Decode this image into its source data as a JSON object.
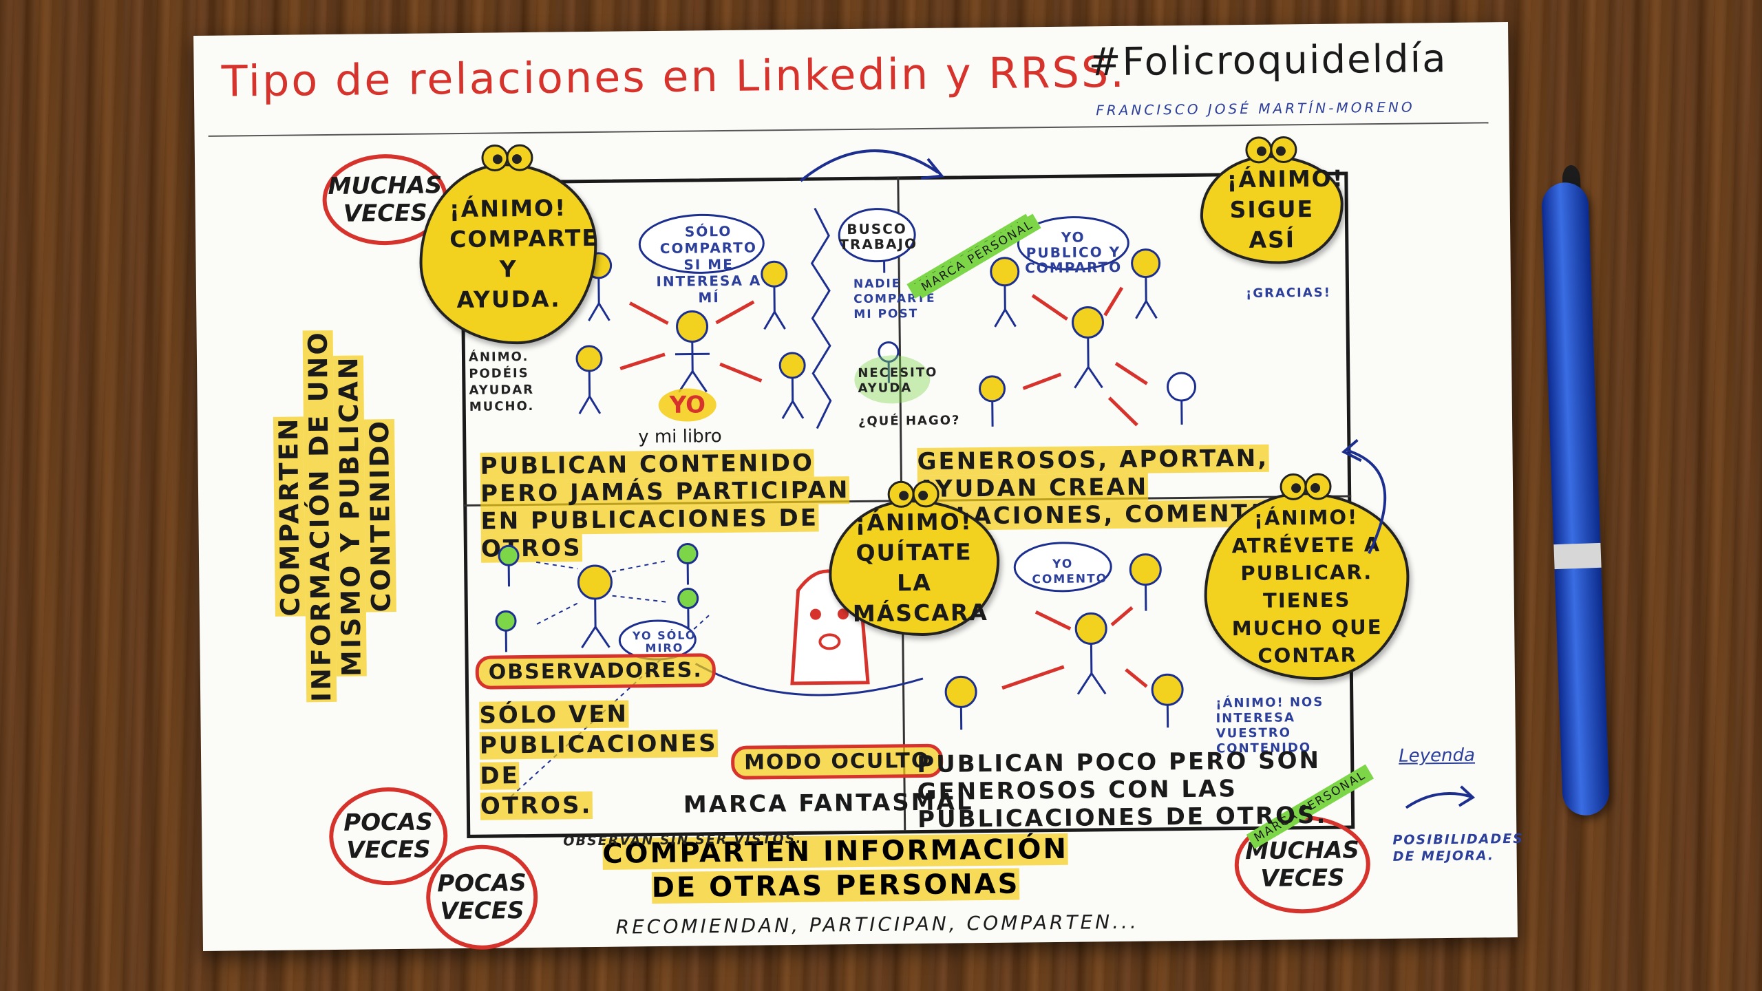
{
  "title": "Tipo de relaciones en Linkedin y RRSS.",
  "hashtag": "#Folicroquideldía",
  "author": "FRANCISCO JOSÉ MARTÍN-MORENO",
  "axes": {
    "y_label": "COMPARTEN INFORMACIÓN DE UNO MISMO Y PUBLICAN CONTENIDO",
    "x_label": "COMPARTEN INFORMACIÓN DE OTRAS PERSONAS",
    "x_sub": "RECOMIENDAN, PARTICIPAN, COMPARTEN...",
    "y_high": "MUCHAS VECES",
    "y_low": "POCAS VECES",
    "x_low": "POCAS VECES",
    "x_high": "MUCHAS VECES"
  },
  "quadrants": {
    "top_left": {
      "desc": "PUBLICAN CONTENIDO PERO JAMÁS PARTICIPAN EN PUBLICACIONES DE OTROS",
      "bubble_self": "SÓLO COMPARTO SI ME INTERESA A MÍ",
      "yo": "YO",
      "yo_sub": "y mi libro",
      "note": "ÁNIMO. PODÉIS AYUDAR MUCHO.",
      "bubble_job": "BUSCO TRABAJO",
      "no_share": "NADIE COMPARTE MI POST",
      "need_help": "NECESITO AYUDA",
      "what_do": "¿QUÉ HAGO?",
      "tag": "MARCA PERSONAL"
    },
    "top_right": {
      "desc": "GENEROSOS, APORTAN, AYUDAN CREAN RELACIONES, COMENTAN",
      "bubble": "YO PUBLICO Y COMPARTO",
      "thanks": "¡GRACIAS!",
      "tag": "MARCA PERSONAL"
    },
    "bottom_left": {
      "label": "OBSERVADORES.",
      "desc": "SÓLO VEN PUBLICACIONES DE OTROS.",
      "bubble": "YO SÓLO MIRO",
      "hidden_mode": "MODO OCULTO",
      "ghost_brand": "MARCA FANTASMAL",
      "ghost_sub": "OBSERVAN SIN SER VISTOS."
    },
    "bottom_right": {
      "desc": "PUBLICAN POCO PERO SON GENEROSOS CON LAS PUBLICACIONES DE OTROS.",
      "bubble": "YO COMENTO",
      "note": "¡ÁNIMO! NOS INTERESA VUESTRO CONTENIDO",
      "tag": "MARCA PERSONAL"
    }
  },
  "blobs": {
    "share_help": "¡ÁNIMO! COMPARTE Y AYUDA.",
    "keep_going": "¡ÁNIMO! SIGUE ASÍ",
    "remove_mask": "¡ÁNIMO! QUÍTATE LA MÁSCARA",
    "dare_publish": "¡ÁNIMO! ATRÉVETE A PUBLICAR. TIENES MUCHO QUE CONTAR"
  },
  "legend": {
    "title": "Leyenda",
    "text": "POSIBILIDADES DE MEJORA."
  },
  "colors": {
    "red": "#d6332d",
    "yellow": "#f2d21e",
    "blue": "#2c3f9a",
    "green": "#7cd648",
    "ink": "#1a1a1a"
  }
}
